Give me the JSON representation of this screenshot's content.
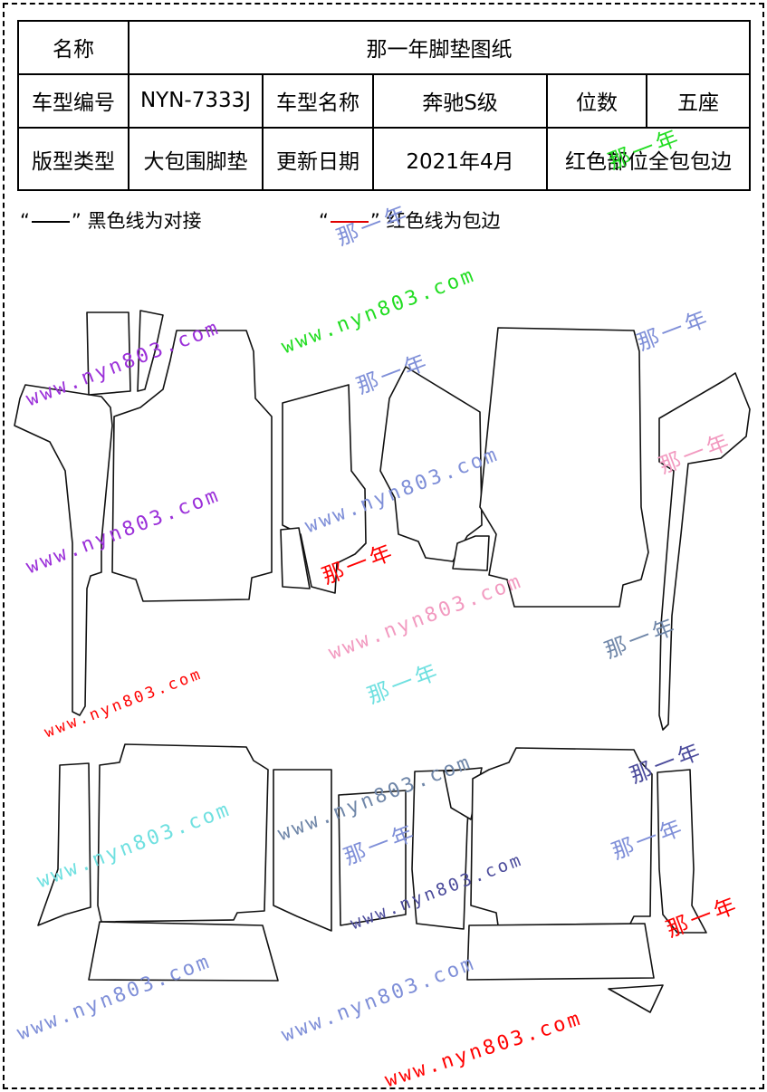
{
  "table": {
    "row1": {
      "label": "名称",
      "value": "那一年脚垫图纸"
    },
    "row2": {
      "label1": "车型编号",
      "value1": "NYN-7333J",
      "label2": "车型名称",
      "value2": "奔驰S级",
      "label3": "位数",
      "value3": "五座"
    },
    "row3": {
      "label1": "版型类型",
      "value1": "大包围脚垫",
      "label2": "更新日期",
      "value2": "2021年4月",
      "value3": "红色部位全包包边"
    }
  },
  "legend": {
    "black": {
      "open_quote": "“",
      "close_quote": "”",
      "text": "黑色线为对接",
      "line_color": "#000000"
    },
    "red": {
      "open_quote": "“",
      "close_quote": "”",
      "text": "红色线为包边",
      "line_color": "#e00000"
    }
  },
  "watermarks": {
    "url_text": "www.nyn803.com",
    "brand_text": "那一年",
    "colors": {
      "purple": "#9b30d9",
      "green": "#22dd22",
      "blue": "#7f8fd8",
      "red": "#ff0000",
      "pink": "#f29ac0",
      "cyan": "#6fe0e0",
      "slate": "#6f86a8",
      "navy": "#4b4b9b"
    }
  }
}
